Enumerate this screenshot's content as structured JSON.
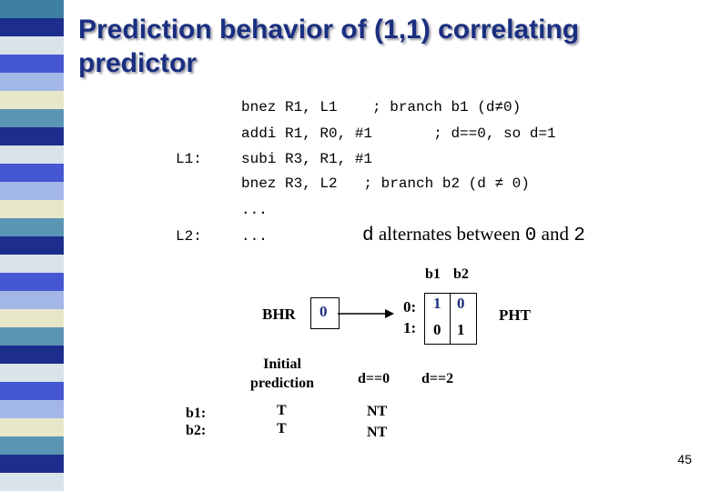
{
  "slide": {
    "title": "Prediction behavior of (1,1) correlating predictor",
    "page_number": "45"
  },
  "code": {
    "line1": "bnez R1, L1    ; branch b1 (d≠0)",
    "line2": "addi R1, R0, #1       ; d==0, so d=1",
    "label_l1": "L1:",
    "line3": "subi R3, R1, #1",
    "line4": "bnez R3, L2   ; branch b2 (d ≠ 0)",
    "line5": "...",
    "label_l2": "L2:",
    "line6": "..."
  },
  "note": {
    "pre": "d",
    "mid": " alternates between ",
    "v0": "0",
    "and": " and  ",
    "v2": "2"
  },
  "diagram": {
    "header_b1": "b1",
    "header_b2": "b2",
    "bhr_label": "BHR",
    "bhr_value": "0",
    "row0_label": "0:",
    "row1_label": "1:",
    "row0_b1": "1",
    "row0_b2": "0",
    "row1_b1": "0",
    "row1_b2": "1",
    "pht_label": "PHT"
  },
  "table": {
    "col_initial": "Initial\nprediction",
    "col_d0": "d==0",
    "col_d2": "d==2",
    "row_b1": "b1:",
    "row_b2": "b2:",
    "init_b1": "T",
    "init_b2": "T",
    "d0_b1": "NT",
    "d0_b2": "NT"
  },
  "colors": {
    "title": "#1a2f80",
    "stripe": [
      "#3d7fa0",
      "#1d2d8c",
      "#d9e3ea",
      "#4657d4",
      "#a3b7e6",
      "#e7e7ca",
      "#5b95b4",
      "#1d2d8c",
      "#d9e3ea",
      "#4657d4",
      "#a3b7e6",
      "#e7e7ca",
      "#5b95b4",
      "#1d2d8c",
      "#d9e3ea",
      "#4657d4",
      "#a3b7e6",
      "#e7e7ca",
      "#5b95b4",
      "#1d2d8c",
      "#d9e3ea",
      "#4657d4",
      "#a3b7e6",
      "#e7e7ca",
      "#5b95b4",
      "#1d2d8c",
      "#d9e3ea"
    ]
  }
}
